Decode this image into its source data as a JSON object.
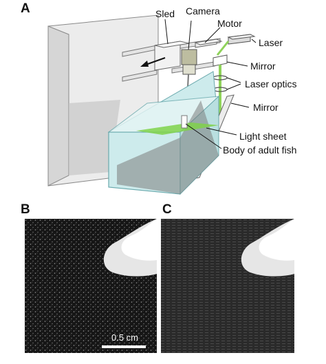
{
  "panels": {
    "a": {
      "letter": "A",
      "labels": {
        "sled": "Sled",
        "camera": "Camera",
        "motor": "Motor",
        "laser": "Laser",
        "mirror_top": "Mirror",
        "laser_optics": "Laser optics",
        "mirror_side": "Mirror",
        "light_sheet": "Light sheet",
        "fish_body": "Body of adult fish"
      }
    },
    "b": {
      "letter": "B",
      "scale_bar_label": "0.5 cm"
    },
    "c": {
      "letter": "C"
    }
  },
  "colors": {
    "tank_water": "#cdebec",
    "tank_edge": "#6aa9ad",
    "tank_shadow": "#7d7d7d",
    "laser_green": "#8fd25a",
    "light_sheet_green": "#7fd24a",
    "wall": "#ececec",
    "wall_shadow": "#c8c8c8",
    "photo_background": "#141414"
  }
}
